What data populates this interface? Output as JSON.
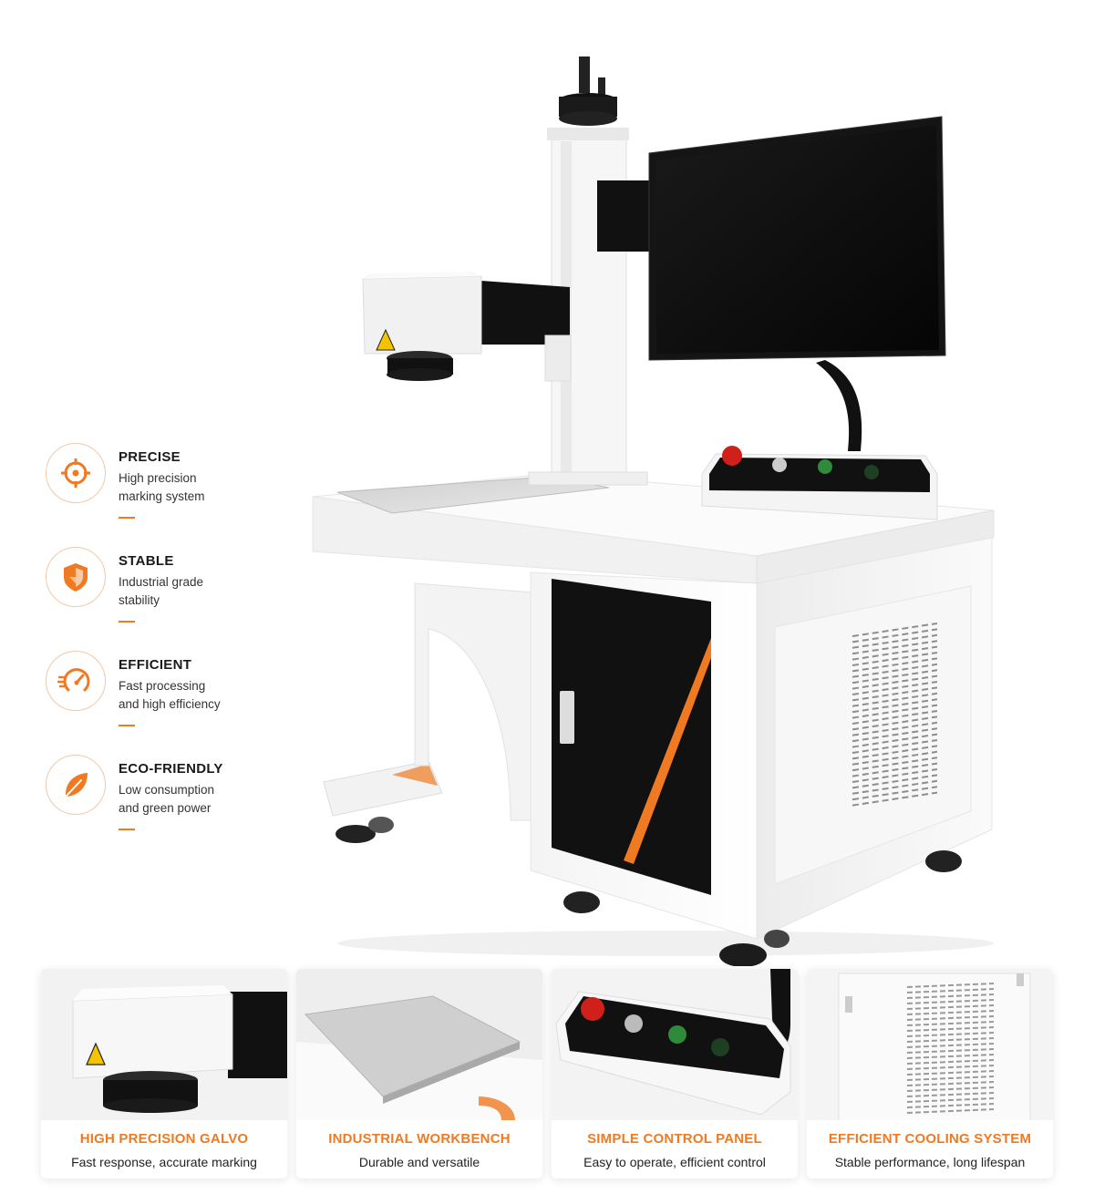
{
  "accent_color": "#f07a22",
  "features": [
    {
      "icon": "crosshair-icon",
      "title": "PRECISE",
      "desc": "High precision\nmarking system"
    },
    {
      "icon": "shield-icon",
      "title": "STABLE",
      "desc": "Industrial grade\nstability"
    },
    {
      "icon": "speedometer-icon",
      "title": "EFFICIENT",
      "desc": "Fast processing\nand high efficiency"
    },
    {
      "icon": "leaf-icon",
      "title": "ECO-FRIENDLY",
      "desc": "Low consumption\nand green power"
    }
  ],
  "cards": [
    {
      "title": "HIGH PRECISION GALVO",
      "desc": "Fast response, accurate marking"
    },
    {
      "title": "INDUSTRIAL WORKBENCH",
      "desc": "Durable and versatile"
    },
    {
      "title": "SIMPLE CONTROL PANEL",
      "desc": "Easy to operate, efficient control"
    },
    {
      "title": "EFFICIENT COOLING SYSTEM",
      "desc": "Stable performance, long lifespan"
    }
  ]
}
